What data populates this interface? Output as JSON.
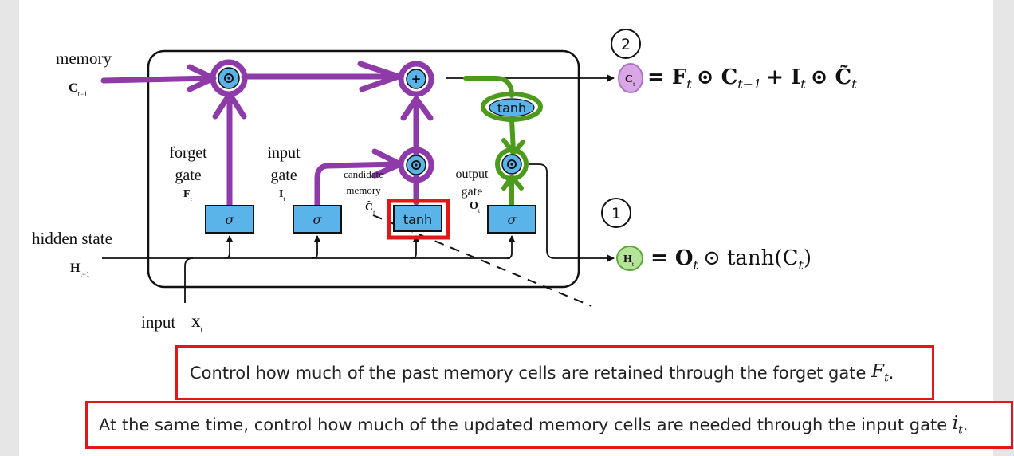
{
  "diagram": {
    "memory_label": "memory",
    "c_prev": {
      "main": "C",
      "sub": "t−1"
    },
    "forget_gate": {
      "line1": "forget",
      "line2": "gate",
      "sym": "F",
      "sub": "t"
    },
    "input_gate": {
      "line1": "input",
      "line2": "gate",
      "sym": "I",
      "sub": "t"
    },
    "candidate": {
      "line1": "candidate",
      "line2": "memory",
      "sym": "C̃",
      "sub": "t"
    },
    "output_gate": {
      "line1": "output",
      "line2": "gate",
      "sym": "O",
      "sub": "t"
    },
    "hidden_label": "hidden state",
    "h_prev": {
      "main": "H",
      "sub": "t−1"
    },
    "input_label": "input",
    "x_input": {
      "main": "X",
      "sub": "t"
    },
    "sigma": "σ",
    "tanh": "tanh",
    "plus": "+",
    "step1": "1",
    "step2": "2",
    "ct_node": {
      "main": "C",
      "sub": "t"
    },
    "ht_node": {
      "main": "H",
      "sub": "t"
    },
    "eq_c": "= F",
    "eq_c_rest": "⊙ C",
    "eq_c_sub1": "t",
    "eq_c_sub2": "t−1",
    "eq_c_plus": "+ I",
    "eq_c_sub3": "t",
    "eq_c_odot": "⊙ C̃",
    "eq_c_sub4": "t",
    "eq_h": "= O",
    "eq_h_sub": "t",
    "eq_h_rest": "⊙ tanh(C",
    "eq_h_sub2": "t",
    "eq_h_close": ")"
  },
  "notes": {
    "forget_text": "Control how much of the past memory cells are retained through the forget gate ",
    "forget_var": "F",
    "forget_var_sub": "t",
    "forget_end": ".",
    "input_text": "At the same time, control how much of the updated memory cells are needed through the input gate ",
    "input_var": "i",
    "input_var_sub": "t",
    "input_end": "."
  },
  "colors": {
    "purple": "#8e3aa8",
    "green": "#4d9a1c",
    "gate_blue": "#5ab4ea",
    "red": "#e01818",
    "ct_fill": "#d9a6e6",
    "ht_fill": "#b5e39a"
  }
}
